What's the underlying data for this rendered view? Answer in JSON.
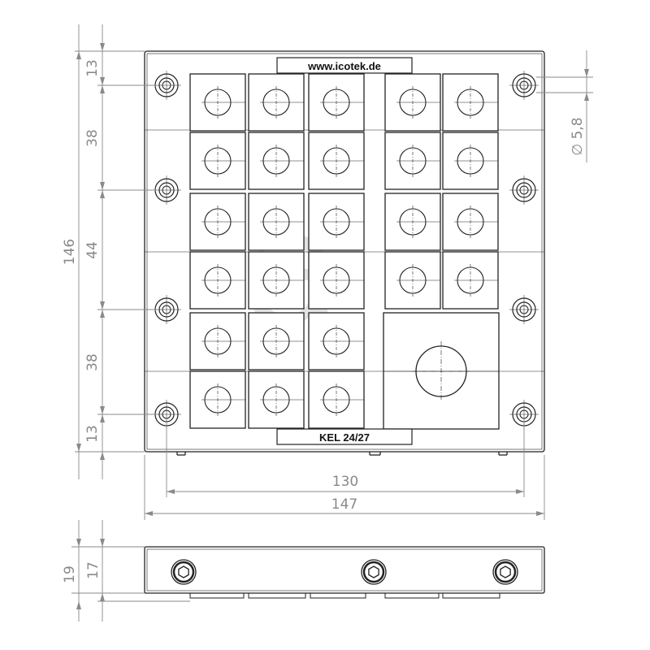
{
  "top_label": "www.icotek.de",
  "bottom_label": "KEL 24/27",
  "dimensions": {
    "left": [
      "13",
      "38",
      "44",
      "38",
      "13"
    ],
    "overall_height": "146",
    "inner_width": "130",
    "overall_width": "147",
    "hole_diameter": "∅ 5,8",
    "side_left": [
      "19",
      "17"
    ]
  },
  "grid": {
    "rows": 6,
    "cols": 5,
    "large_opening_span": "2x2 (rows 5-6, cols 4-5)"
  },
  "colors": {
    "outline": "#222222",
    "dimension": "#8a8a8a",
    "watermark": "#d8d8d8"
  }
}
